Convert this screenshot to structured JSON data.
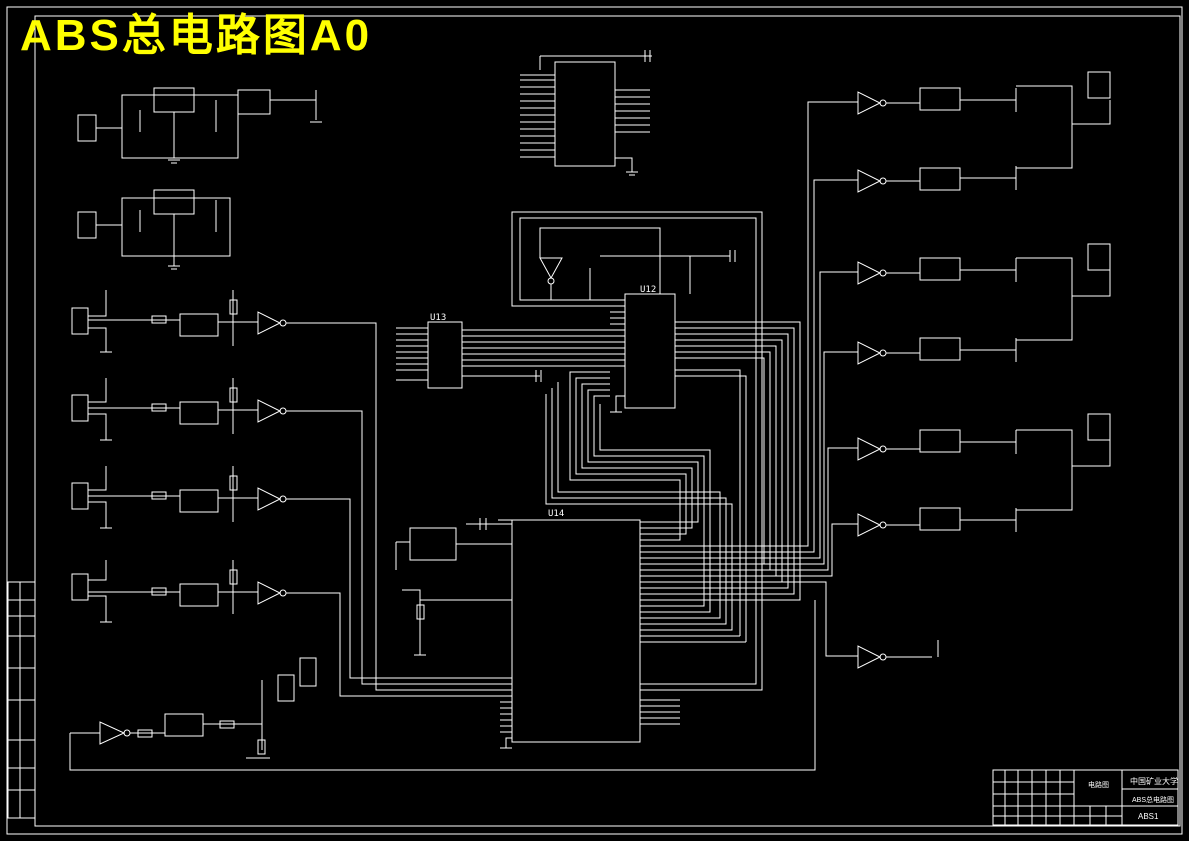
{
  "title": "ABS总电路图A0",
  "colors": {
    "background": "#000000",
    "lines": "#ffffff",
    "title": "#ffff00"
  },
  "chips": {
    "u12": "U12",
    "u13": "U13",
    "u14": "U14"
  },
  "title_block": {
    "school": "中国矿业大学",
    "drawing_name": "ABS总电路图",
    "drawing_code": "ABS1",
    "stage": "电路图"
  }
}
